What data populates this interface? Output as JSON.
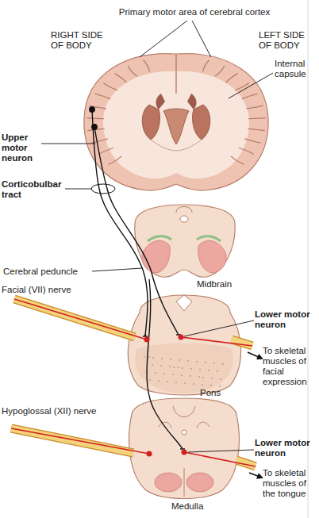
{
  "diagram": {
    "labels": [
      "Primary motor area of cerebral cortex",
      "RIGHT SIDE OF BODY",
      "LEFT SIDE OF BODY",
      "Internal capsule",
      "Upper motor neuron",
      "Corticobulbar tract",
      "Cerebral peduncle",
      "Midbrain",
      "Facial (VII) nerve",
      "Lower motor neuron",
      "To skeletal muscles of facial expression",
      "Pons",
      "Hypoglossal (XII) nerve",
      "Lower motor neuron",
      "To skeletal muscles of the tongue",
      "Medulla"
    ]
  }
}
